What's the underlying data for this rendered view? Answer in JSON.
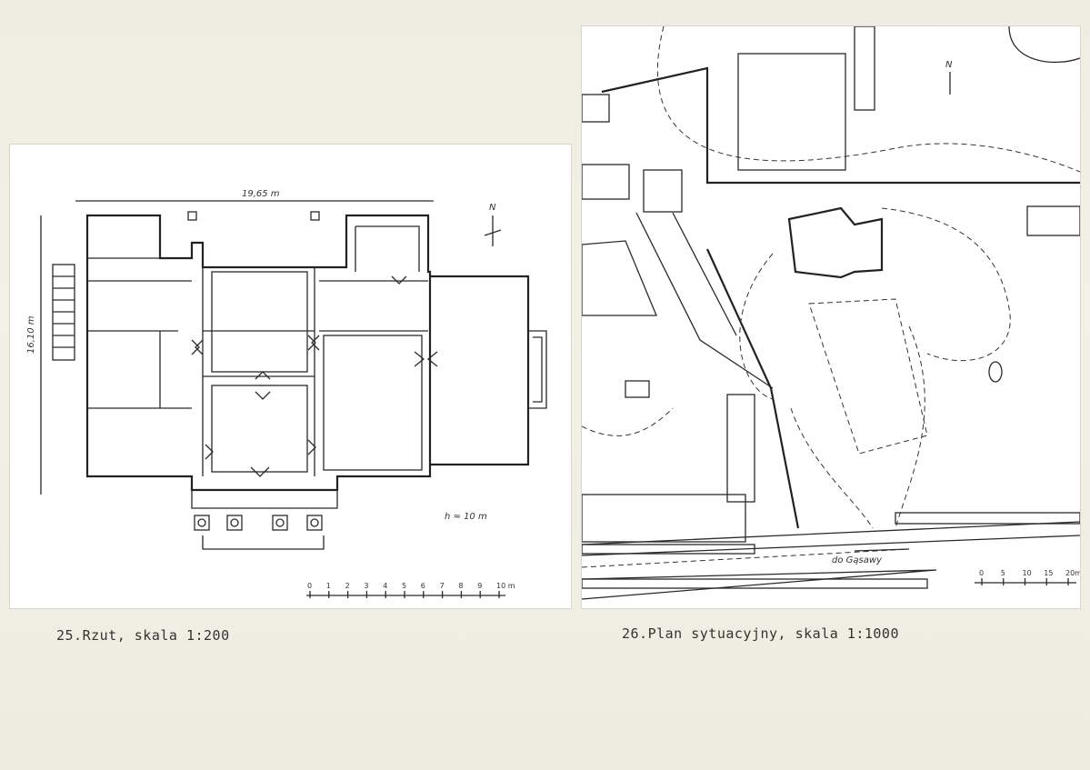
{
  "left_figure": {
    "caption": "25.Rzut, skala 1:200",
    "dim_width": "19,65 m",
    "dim_depth": "16,10 m",
    "height_note": "h ≈ 10 m",
    "north_label": "N",
    "scale_ticks": [
      "0",
      "1",
      "2",
      "3",
      "4",
      "5",
      "6",
      "7",
      "8",
      "9",
      "10 m"
    ]
  },
  "right_figure": {
    "caption": "26.Plan sytuacyjny, skala 1:1000",
    "road_label": "do Gąsawy",
    "north_label": "N",
    "scale_ticks": [
      "0",
      "5",
      "10",
      "15",
      "20m"
    ]
  }
}
